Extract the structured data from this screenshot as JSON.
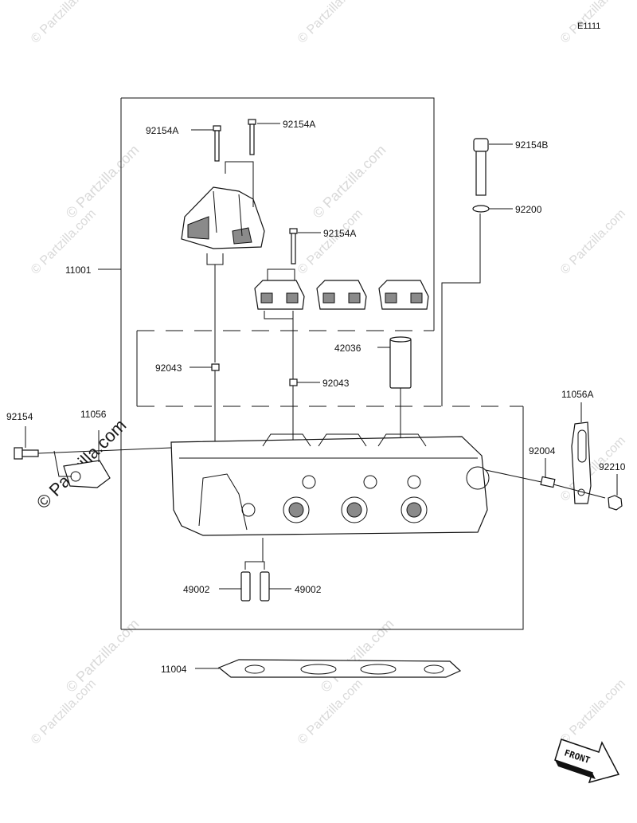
{
  "diagram": {
    "code": "E1111",
    "front_label": "FRONT",
    "watermark_text": "© Partzilla.com",
    "labels": {
      "p92154A_1": "92154A",
      "p92154A_2": "92154A",
      "p92154A_3": "92154A",
      "p92154B": "92154B",
      "p92200": "92200",
      "p11001": "11001",
      "p42036": "42036",
      "p92043_1": "92043",
      "p92043_2": "92043",
      "p92154": "92154",
      "p11056": "11056",
      "p11056A": "11056A",
      "p92004": "92004",
      "p92210": "92210",
      "p49002_1": "49002",
      "p49002_2": "49002",
      "p11004": "11004"
    }
  }
}
